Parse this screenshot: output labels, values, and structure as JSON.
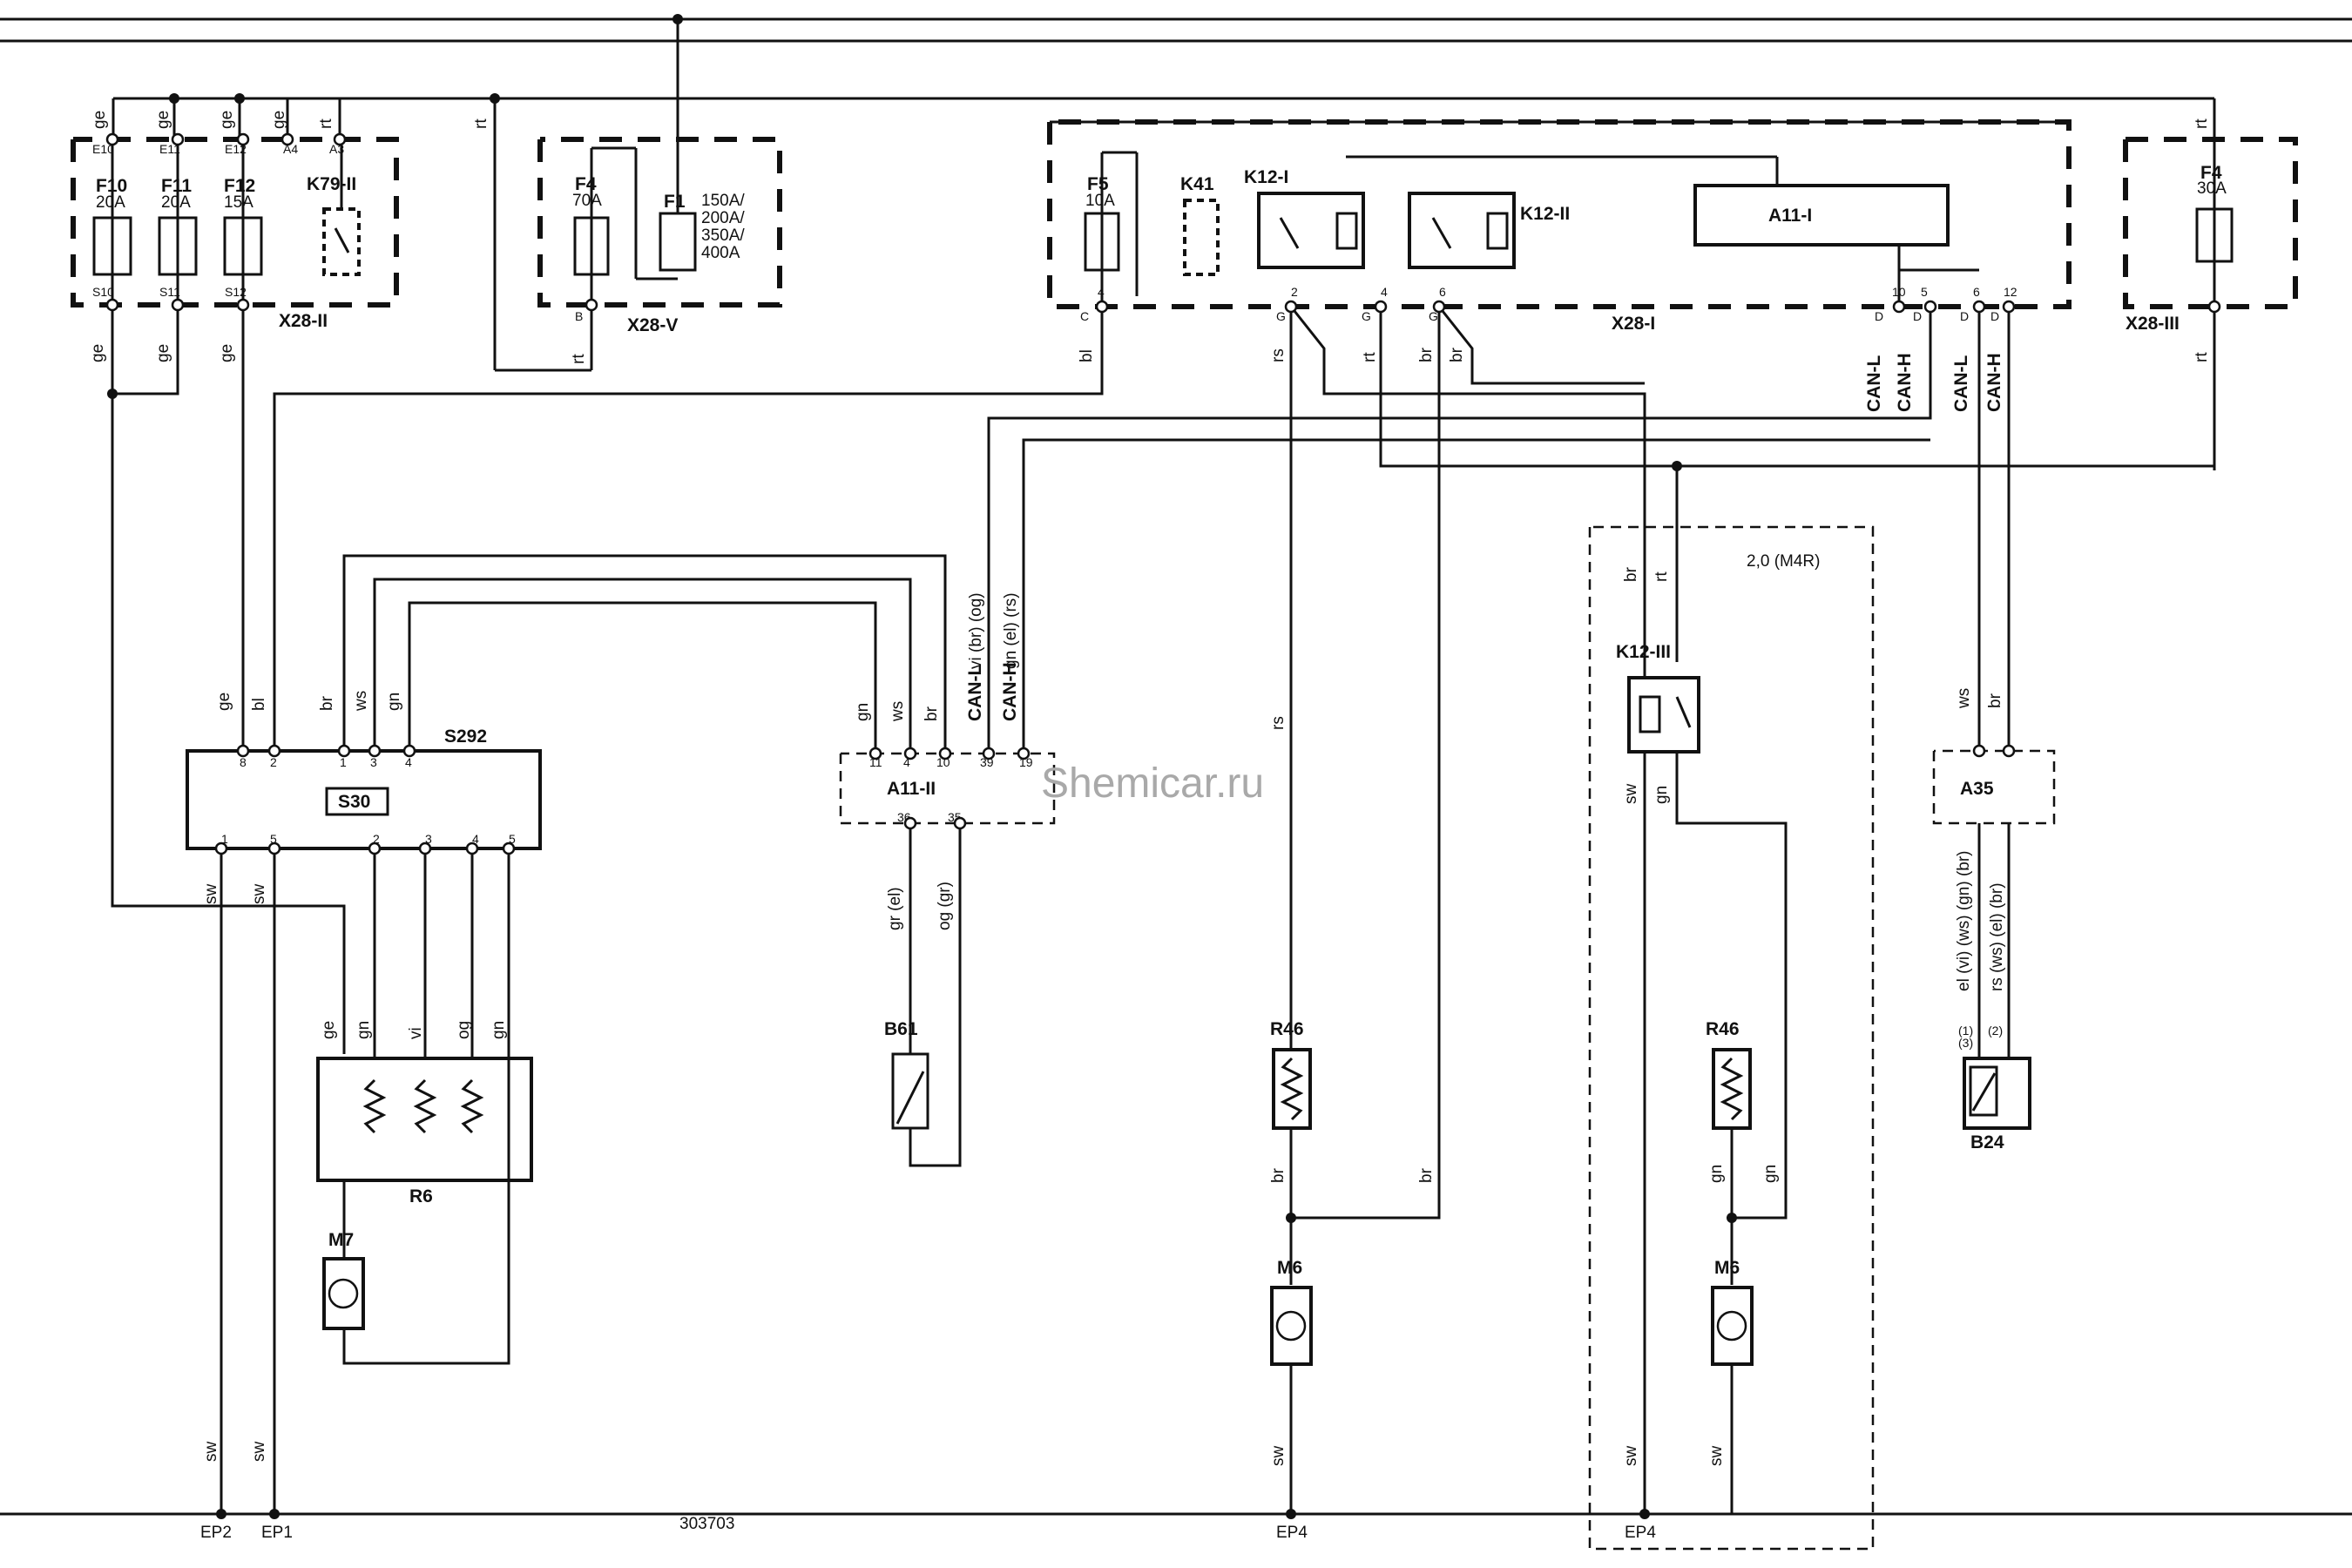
{
  "watermark": "Shemicar.ru",
  "drawing_number": "303703",
  "variant_label": "2,0 (M4R)",
  "grounds": {
    "ep2": "EP2",
    "ep1": "EP1",
    "ep4a": "EP4",
    "ep4b": "EP4"
  },
  "fuses": {
    "f10": {
      "name": "F10",
      "rating": "20A"
    },
    "f11": {
      "name": "F11",
      "rating": "20A"
    },
    "f12": {
      "name": "F12",
      "rating": "15A"
    },
    "f4_main": {
      "name": "F4",
      "rating": "70A"
    },
    "f1": {
      "name": "F1",
      "ratings": [
        "150A/",
        "200A/",
        "350A/",
        "400A"
      ]
    },
    "f5": {
      "name": "F5",
      "rating": "10A"
    },
    "f4_right": {
      "name": "F4",
      "rating": "30A"
    }
  },
  "blocks": {
    "x28_2": "X28-II",
    "x28_5": "X28-V",
    "x28_1": "X28-I",
    "x28_3": "X28-III",
    "k79": "K79-II",
    "k41": "K41",
    "k12_1": "K12-I",
    "k12_2": "K12-II",
    "k12_3": "K12-III",
    "a11_1": "A11-I",
    "a11_2": "A11-II",
    "a35": "A35",
    "s292": "S292",
    "s30": "S30",
    "r6": "R6",
    "m7": "M7",
    "b61": "B61",
    "r46a": "R46",
    "r46b": "R46",
    "m6a": "M6",
    "m6b": "M6",
    "b24": "B24"
  },
  "wire_colors": {
    "ge": "ge",
    "rt": "rt",
    "bl": "bl",
    "br": "br",
    "ws": "ws",
    "gn": "gn",
    "sw": "sw",
    "rs": "rs",
    "vi": "vi",
    "og": "og",
    "el": "el",
    "can_l": "CAN-L",
    "can_h": "CAN-H",
    "vi_br_og": "vi (br) (og)",
    "gn_el_rs": "gn (el) (rs)",
    "gr_el": "gr (el)",
    "og_gr": "og (gr)",
    "b24_a": "el (vi) (ws) (gn) (br)",
    "b24_b": "rs (ws) (el) (br)"
  },
  "b24_notes": {
    "n1": "(1)",
    "n3": "(3)",
    "n2": "(2)"
  }
}
